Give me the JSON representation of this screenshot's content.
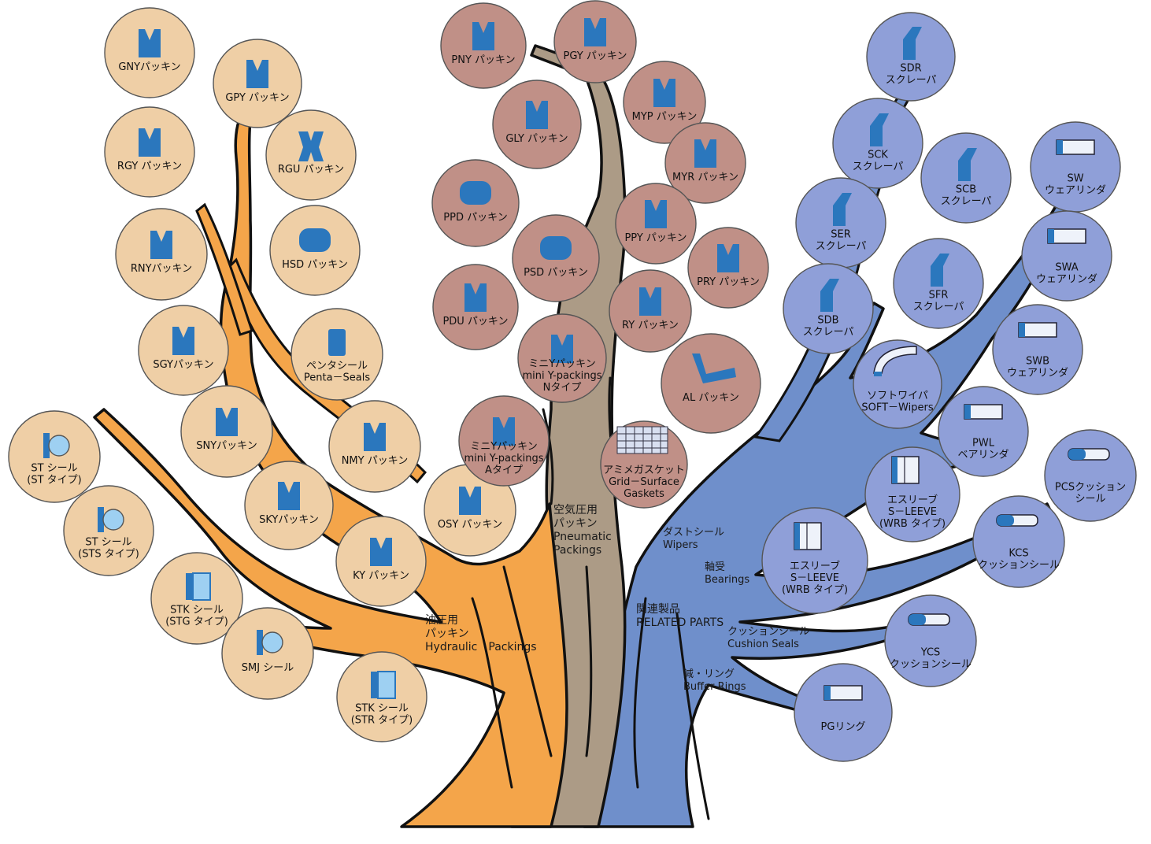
{
  "colors": {
    "hydraulic_fill": "#f4a54a",
    "pneumatic_fill": "#ac9b86",
    "related_fill": "#6f8fcb",
    "hydraulic_node": "#efcfa6",
    "pneumatic_node": "#c09087",
    "related_node": "#8f9fd8",
    "seal_blue": "#2b77bd",
    "outline": "#111111"
  },
  "trunk_labels": {
    "hydraulic": [
      "油圧用",
      "パッキン",
      "Hydraulic　Packings"
    ],
    "pneumatic": [
      "空気圧用",
      "パッキン",
      "Pneumatic",
      "Packings"
    ],
    "related": [
      "関連製品",
      "RELATED PARTS"
    ]
  },
  "branch_labels": {
    "wipers": [
      "ダストシール",
      "Wipers"
    ],
    "bearings": [
      "軸受",
      "Bearings"
    ],
    "cushion": [
      "クッションシール",
      "Cushion Seals"
    ],
    "buffer": [
      "減・リング",
      "Buffer Rings"
    ]
  },
  "hydraulic_items": [
    {
      "id": "gny",
      "lines": [
        "GNYパッキン"
      ],
      "icon": "y-seal"
    },
    {
      "id": "gpy",
      "lines": [
        "GPY パッキン"
      ],
      "icon": "y-seal"
    },
    {
      "id": "rgy",
      "lines": [
        "RGY パッキン"
      ],
      "icon": "y-seal"
    },
    {
      "id": "rgu",
      "lines": [
        "RGU パッキン"
      ],
      "icon": "u-seal"
    },
    {
      "id": "rny",
      "lines": [
        "RNYパッキン"
      ],
      "icon": "y-seal"
    },
    {
      "id": "hsd",
      "lines": [
        "HSD パッキン"
      ],
      "icon": "bar-seal"
    },
    {
      "id": "sgy",
      "lines": [
        "SGYパッキン"
      ],
      "icon": "y-seal"
    },
    {
      "id": "penta",
      "lines": [
        "ペンタシール",
        "Penta－Seals"
      ],
      "icon": "block-seal"
    },
    {
      "id": "sny",
      "lines": [
        "SNYパッキン"
      ],
      "icon": "y-seal"
    },
    {
      "id": "nmy",
      "lines": [
        "NMY パッキン"
      ],
      "icon": "y-seal"
    },
    {
      "id": "sky",
      "lines": [
        "SKYパッキン"
      ],
      "icon": "y-seal"
    },
    {
      "id": "osy",
      "lines": [
        "OSY パッキン"
      ],
      "icon": "y-seal"
    },
    {
      "id": "ky",
      "lines": [
        "KY パッキン"
      ],
      "icon": "y-seal"
    },
    {
      "id": "st",
      "lines": [
        "ST シール",
        "(ST タイプ)"
      ],
      "icon": "ring-seal"
    },
    {
      "id": "sts",
      "lines": [
        "ST シール",
        "(STS タイプ)"
      ],
      "icon": "ring-seal"
    },
    {
      "id": "stg",
      "lines": [
        "STK シール",
        "(STG タイプ)"
      ],
      "icon": "square-seal"
    },
    {
      "id": "smj",
      "lines": [
        "SMJ シール"
      ],
      "icon": "ring-seal"
    },
    {
      "id": "str",
      "lines": [
        "STK シール",
        "(STR タイプ)"
      ],
      "icon": "square-seal"
    }
  ],
  "pneumatic_items": [
    {
      "id": "pny",
      "lines": [
        "PNY パッキン"
      ],
      "icon": "y-seal"
    },
    {
      "id": "pgy",
      "lines": [
        "PGY パッキン"
      ],
      "icon": "y-seal"
    },
    {
      "id": "myp",
      "lines": [
        "MYP パッキン"
      ],
      "icon": "y-seal"
    },
    {
      "id": "gly",
      "lines": [
        "GLY パッキン"
      ],
      "icon": "y-seal"
    },
    {
      "id": "myr",
      "lines": [
        "MYR パッキン"
      ],
      "icon": "y-seal"
    },
    {
      "id": "ppd",
      "lines": [
        "PPD パッキン"
      ],
      "icon": "bar-seal"
    },
    {
      "id": "ppy",
      "lines": [
        "PPY パッキン"
      ],
      "icon": "y-seal"
    },
    {
      "id": "psd",
      "lines": [
        "PSD パッキン"
      ],
      "icon": "bar-seal"
    },
    {
      "id": "pry",
      "lines": [
        "PRY パッキン"
      ],
      "icon": "y-seal"
    },
    {
      "id": "pdu",
      "lines": [
        "PDU パッキン"
      ],
      "icon": "y-seal"
    },
    {
      "id": "ry",
      "lines": [
        "RY パッキン"
      ],
      "icon": "y-seal"
    },
    {
      "id": "mini-n",
      "lines": [
        "ミニYパッキン",
        "mini Y-packings",
        "Nタイプ"
      ],
      "icon": "y-seal"
    },
    {
      "id": "al",
      "lines": [
        "AL パッキン"
      ],
      "icon": "lip-seal"
    },
    {
      "id": "mini-a",
      "lines": [
        "ミニYパッキン",
        "mini Y-packings",
        "Aタイプ"
      ],
      "icon": "y-seal"
    },
    {
      "id": "grid",
      "lines": [
        "アミメガスケット",
        "Grid－Surface",
        "Gaskets"
      ],
      "icon": "grid-gasket"
    }
  ],
  "related_items": [
    {
      "id": "sdr",
      "lines": [
        "SDR",
        "スクレーパ"
      ],
      "icon": "scraper"
    },
    {
      "id": "sck",
      "lines": [
        "SCK",
        "スクレーパ"
      ],
      "icon": "scraper"
    },
    {
      "id": "scb",
      "lines": [
        "SCB",
        "スクレーパ"
      ],
      "icon": "scraper"
    },
    {
      "id": "sw",
      "lines": [
        "SW",
        "ウェアリンダ"
      ],
      "icon": "ring-band"
    },
    {
      "id": "ser",
      "lines": [
        "SER",
        "スクレーパ"
      ],
      "icon": "scraper"
    },
    {
      "id": "swa",
      "lines": [
        "SWA",
        "ウェアリンダ"
      ],
      "icon": "ring-band"
    },
    {
      "id": "sfr",
      "lines": [
        "SFR",
        "スクレーパ"
      ],
      "icon": "scraper"
    },
    {
      "id": "sdb",
      "lines": [
        "SDB",
        "スクレーパ"
      ],
      "icon": "scraper"
    },
    {
      "id": "swb",
      "lines": [
        "SWB",
        "ウェアリンダ"
      ],
      "icon": "ring-band"
    },
    {
      "id": "soft",
      "lines": [
        "ソフトワイパ",
        "SOFT－Wipers"
      ],
      "icon": "arc-wiper"
    },
    {
      "id": "pwl",
      "lines": [
        "PWL",
        "ベアリンダ"
      ],
      "icon": "ring-band"
    },
    {
      "id": "pcs",
      "lines": [
        "PCSクッション",
        "シール"
      ],
      "icon": "cushion"
    },
    {
      "id": "s-leeve-1",
      "lines": [
        "エスリーブ",
        "S－LEEVE",
        "(WRB タイプ)"
      ],
      "icon": "sleeve"
    },
    {
      "id": "s-leeve-2",
      "lines": [
        "エスリーブ",
        "S－LEEVE",
        "(WRB タイプ)"
      ],
      "icon": "sleeve"
    },
    {
      "id": "kcs",
      "lines": [
        "KCS",
        "クッションシール"
      ],
      "icon": "cushion"
    },
    {
      "id": "ycs",
      "lines": [
        "YCS",
        "クッションシール"
      ],
      "icon": "cushion"
    },
    {
      "id": "pg",
      "lines": [
        "PGリング"
      ],
      "icon": "ring-band"
    }
  ]
}
